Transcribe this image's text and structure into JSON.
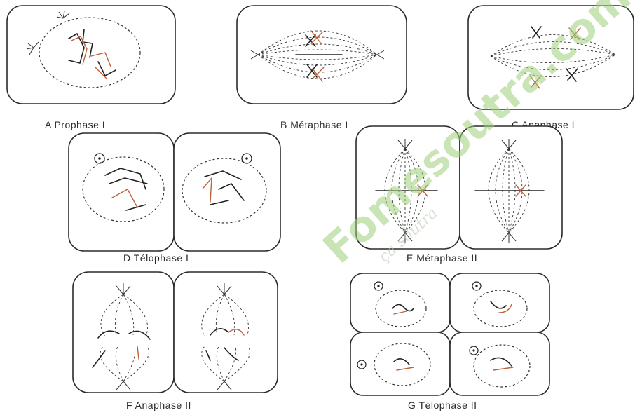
{
  "panels": [
    {
      "id": "A",
      "caption": "A  Prophase I"
    },
    {
      "id": "B",
      "caption": "B  Métaphase I"
    },
    {
      "id": "C",
      "caption": "C  Anaphase I"
    },
    {
      "id": "D",
      "caption": "D  Télophase I"
    },
    {
      "id": "E",
      "caption": "E  Métaphase II"
    },
    {
      "id": "F",
      "caption": "F  Anaphase II"
    },
    {
      "id": "G",
      "caption": "G  Télophase II"
    }
  ],
  "watermark": {
    "main": "Fomesoutra.com",
    "sub": "ça soutra"
  },
  "colors": {
    "outline": "#2b2b2b",
    "chromosome_dark": "#222222",
    "chromosome_red": "#c0603a",
    "watermark": "#9fd07a"
  }
}
